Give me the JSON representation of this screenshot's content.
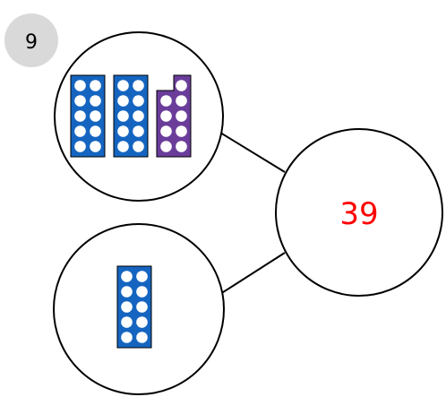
{
  "question": {
    "number": "9",
    "badge_color": "#d9d9d9"
  },
  "part_whole_model": {
    "whole": {
      "value": "39",
      "text_color": "#ff0000"
    },
    "part_top": {
      "rods": [
        {
          "value": 10,
          "color": "#1565c0"
        },
        {
          "value": 10,
          "color": "#1565c0"
        },
        {
          "value": 9,
          "color": "#6a3d9a"
        }
      ]
    },
    "part_bottom": {
      "rods": [
        {
          "value": 10,
          "color": "#1565c0"
        }
      ]
    }
  }
}
